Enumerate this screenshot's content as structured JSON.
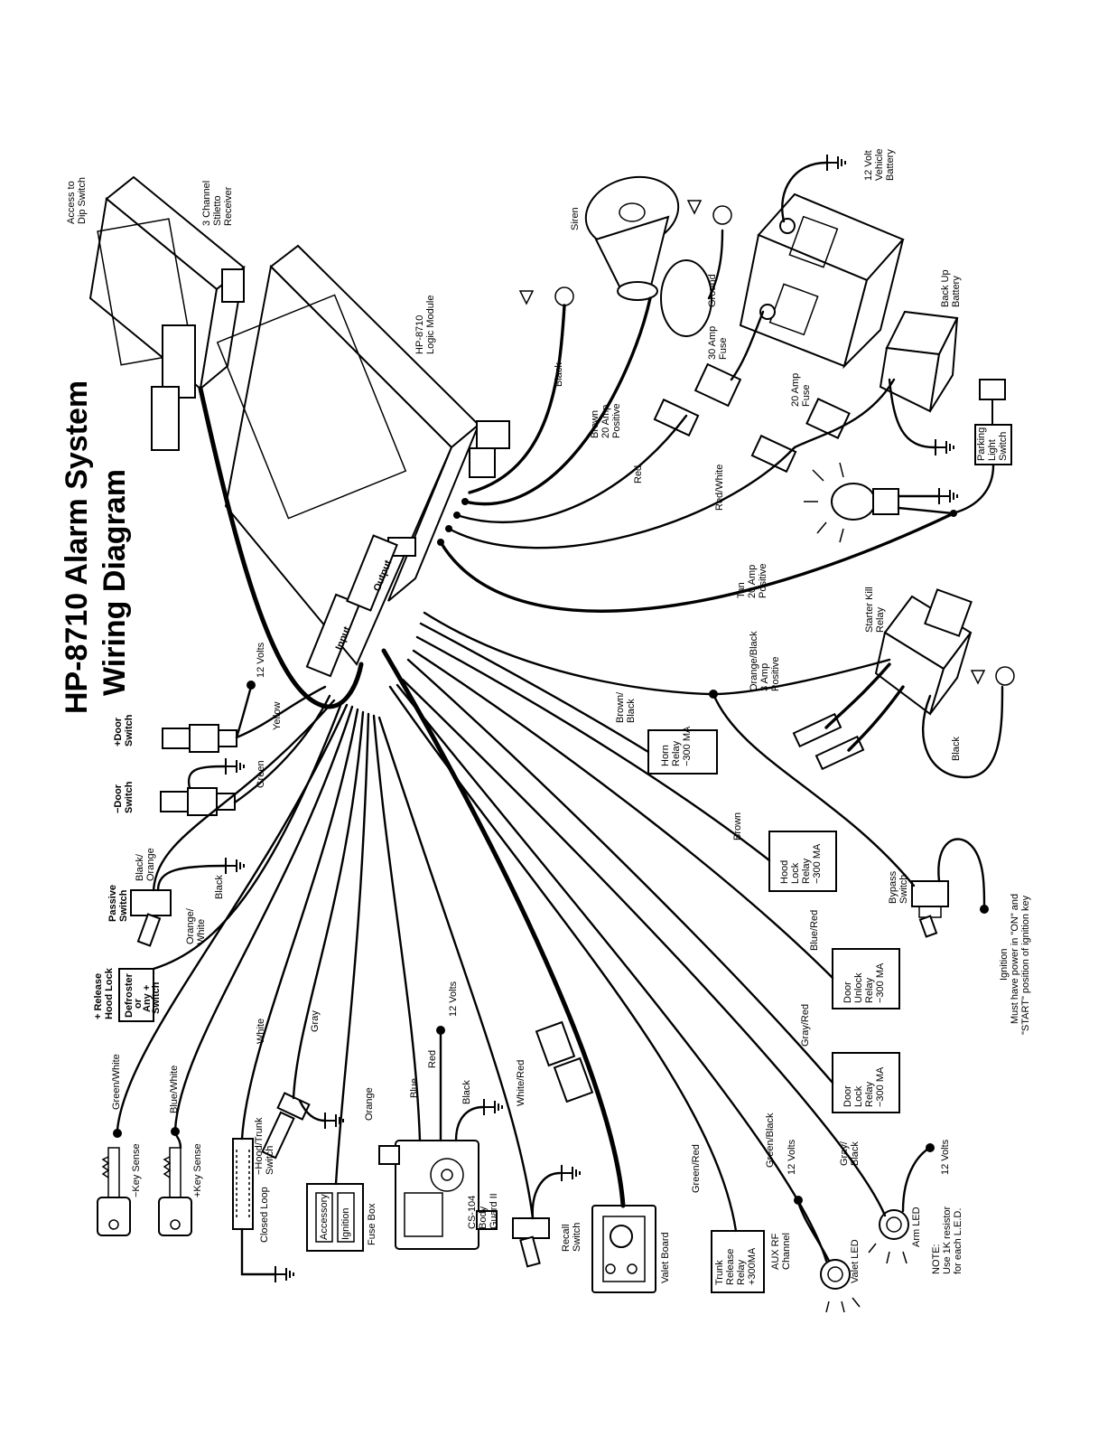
{
  "title": {
    "line1": "HP-8710 Alarm System",
    "line2": "Wiring Diagram"
  },
  "components": {
    "receiver": [
      "3 Channel",
      "Stiletto",
      "Receiver"
    ],
    "dip_switch": [
      "Access to",
      "Dip Switch"
    ],
    "logic_module": [
      "HP-8710",
      "Logic Module"
    ],
    "input": "Input",
    "output": "Output",
    "siren": "Siren",
    "ground": "Ground",
    "battery": [
      "12 Volt",
      "Vehicle",
      "Battery"
    ],
    "fuse30": [
      "30 Amp",
      "Fuse"
    ],
    "fuse20": [
      "20 Amp",
      "Fuse"
    ],
    "backup_battery": [
      "Back Up",
      "Battery"
    ],
    "parking_switch": [
      "Parking",
      "Light",
      "Switch"
    ],
    "starter_kill": [
      "Starter Kill",
      "Relay"
    ],
    "bypass_switch": [
      "Bypass",
      "Switch"
    ],
    "ignition": [
      "Ignition",
      "Must have power in \"ON\" and",
      "\"START\" position of ignition key"
    ],
    "horn_relay": [
      "Horn",
      "Relay",
      "−300 MA"
    ],
    "hood_lock_relay": [
      "Hood",
      "Lock",
      "Relay",
      "−300 MA"
    ],
    "door_unlock_relay": [
      "Door",
      "Unlock",
      "Relay",
      "−300 MA"
    ],
    "door_lock_relay": [
      "Door",
      "Lock",
      "Relay",
      "−300 MA"
    ],
    "arm_led": "Arm LED",
    "note": [
      "NOTE:",
      "Use 1K resistor",
      "for each L.E.D."
    ],
    "valet_led": "Valet LED",
    "aux_rf": [
      "AUX RF",
      "Channel"
    ],
    "trunk_relay": [
      "Trunk",
      "Release",
      "Relay",
      "+300MA"
    ],
    "valet_board": "Valet Board",
    "recall_switch": [
      "Recall",
      "Switch"
    ],
    "body_guard": [
      "CS-104",
      "Body",
      "Guard II"
    ],
    "fuse_box": "Fuse Box",
    "accessory": "Accessory",
    "ignition_slot": "Ignition",
    "hood_trunk": [
      "−Hood/Trunk",
      "Switch"
    ],
    "closed_loop": "Closed Loop",
    "plus_key": "+Key Sense",
    "minus_key": "−Key Sense",
    "release": [
      "+ Release",
      "Hood Lock"
    ],
    "defroster": [
      "Defroster",
      "or",
      "Any +",
      "Switch"
    ],
    "passive": [
      "Passive",
      "Switch"
    ],
    "minus_door": [
      "−Door",
      "Switch"
    ],
    "plus_door": [
      "+Door",
      "Switch"
    ]
  },
  "wires": {
    "black": "Black",
    "brown_20a": [
      "Brown",
      "20 Amp",
      "Positive"
    ],
    "red": "Red",
    "red_white": "Red/White",
    "tan": [
      "Tan",
      "20 Amp",
      "Positive"
    ],
    "orange_black": [
      "Orange/Black",
      "3 Amp",
      "Positive"
    ],
    "brown_black": [
      "Brown/",
      "Black"
    ],
    "brown": "Brown",
    "blue_red": "Blue/Red",
    "gray_red": "Gray/Red",
    "gray_black": [
      "Gray/",
      "Black"
    ],
    "green_black": "Green/Black",
    "green_red": "Green/Red",
    "white_red": "White/Red",
    "blue": "Blue",
    "red2": "Red",
    "black2": "Black",
    "orange": "Orange",
    "gray": "Gray",
    "white": "White",
    "blue_white": "Blue/White",
    "green_white": "Green/White",
    "orange_white": [
      "Orange/",
      "White"
    ],
    "black_orange": [
      "Black/",
      "Orange"
    ],
    "black3": "Black",
    "green": "Green",
    "yellow": "Yellow",
    "twelve_volts": "12 Volts",
    "starter_black": "Black"
  }
}
